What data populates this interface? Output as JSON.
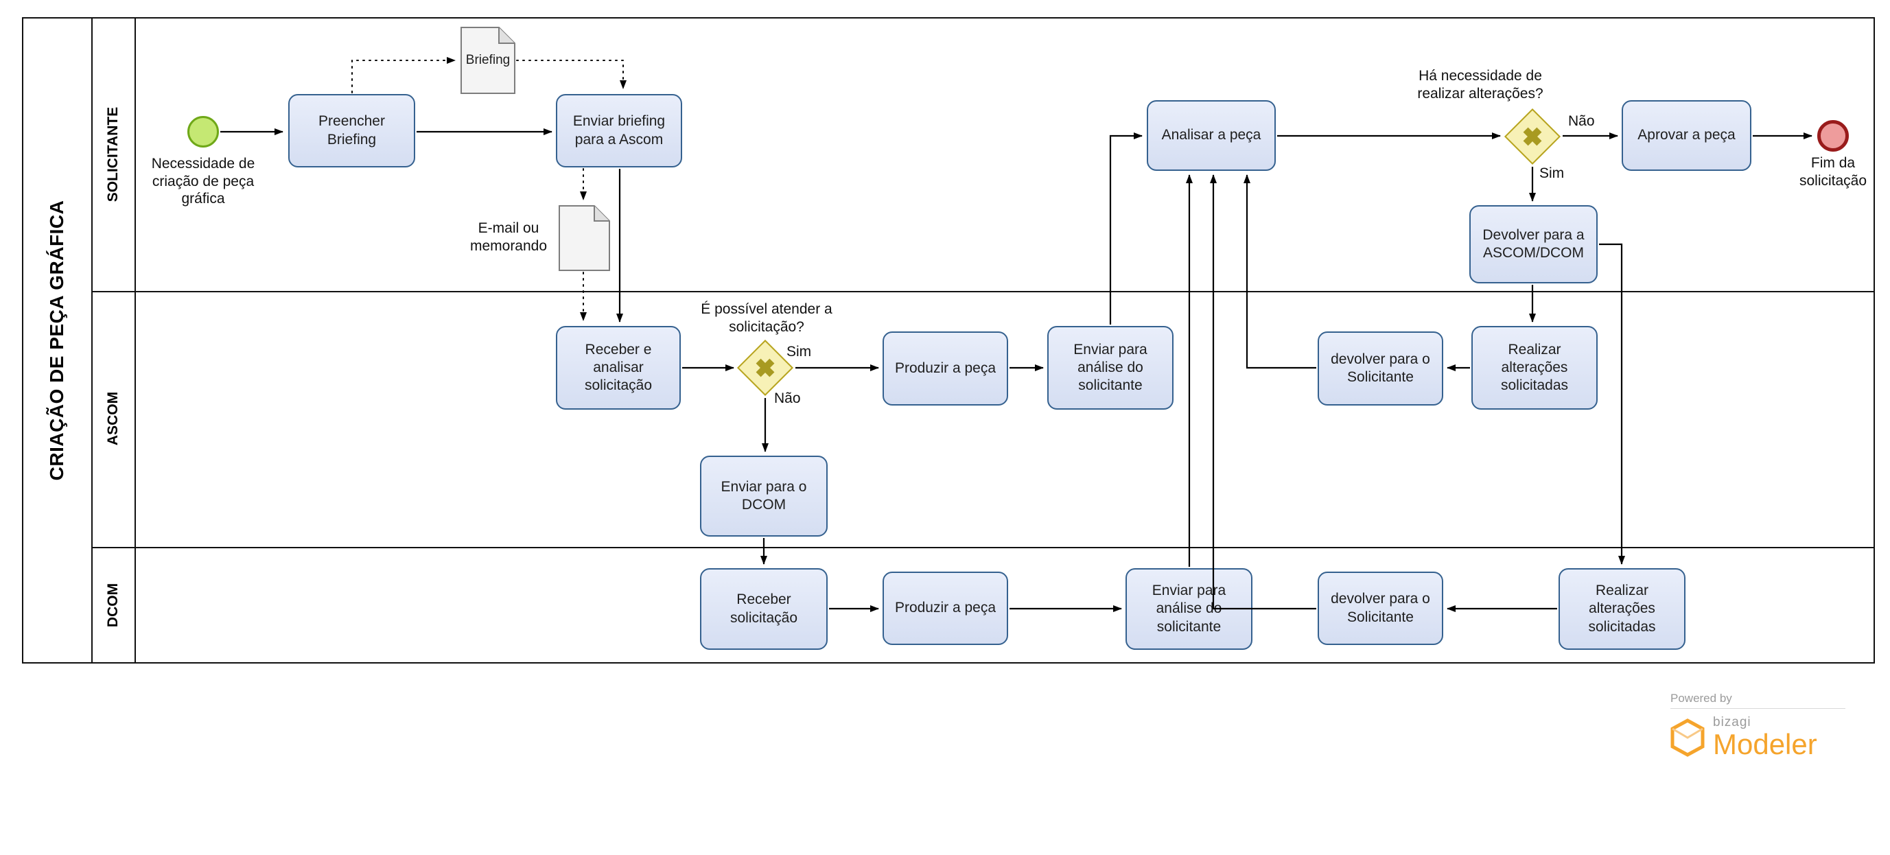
{
  "pool": {
    "title": "CRIAÇÃO DE PEÇA GRÁFICA"
  },
  "lanes": [
    {
      "name": "SOLICITANTE"
    },
    {
      "name": "ASCOM"
    },
    {
      "name": "DCOM"
    }
  ],
  "events": {
    "start": {
      "label": "Necessidade de criação de peça gráfica"
    },
    "end": {
      "label": "Fim da solicitação"
    }
  },
  "tasks": [
    {
      "label": "Preencher Briefing"
    },
    {
      "label": "Enviar briefing para a Ascom"
    },
    {
      "label": "Analisar a peça"
    },
    {
      "label": "Aprovar a peça"
    },
    {
      "label": "Devolver para a ASCOM/DCOM"
    },
    {
      "label": "Receber e analisar solicitação"
    },
    {
      "label": "Produzir a peça"
    },
    {
      "label": "Enviar para análise do solicitante"
    },
    {
      "label": "devolver para o Solicitante"
    },
    {
      "label": "Realizar alterações solicitadas"
    },
    {
      "label": "Enviar para o DCOM"
    },
    {
      "label": "Receber solicitação"
    },
    {
      "label": "Produzir a peça"
    },
    {
      "label": "Enviar para análise do solicitante"
    },
    {
      "label": "devolver para o Solicitante"
    },
    {
      "label": "Realizar alterações solicitadas"
    }
  ],
  "gateways": [
    {
      "question": "Há necessidade de realizar alterações?",
      "yes_label": "Sim",
      "no_label": "Não"
    },
    {
      "question": "É possível atender a solicitação?",
      "yes_label": "Sim",
      "no_label": "Não"
    }
  ],
  "documents": [
    {
      "label": "Briefing"
    },
    {
      "label": "E-mail ou memorando"
    }
  ],
  "footer": {
    "powered_by": "Powered by",
    "brand": "bizagi",
    "product": "Modeler"
  },
  "colors": {
    "task_fill": "#dce3f4",
    "task_border": "#35618f",
    "start_fill": "#c5e873",
    "start_border": "#6fa818",
    "end_fill": "#ee9c9c",
    "end_border": "#991b1b",
    "gateway_fill": "#f7f1b6",
    "gateway_border": "#b7a41f",
    "line": "#000000",
    "brand_orange": "#f5a42c"
  }
}
